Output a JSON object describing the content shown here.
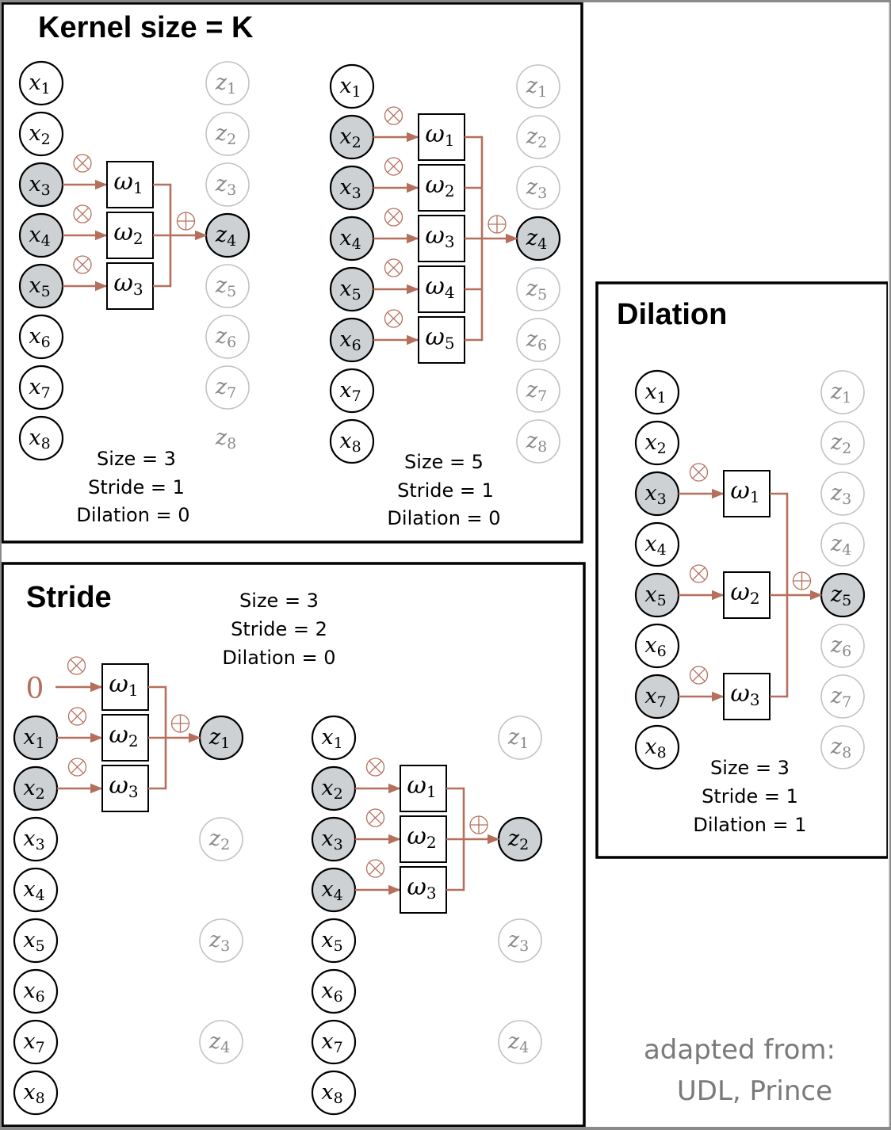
{
  "colors": {
    "accent": "#b5705d",
    "active_fill": "#cdd1d3",
    "inactive_stroke": "#bfc3c5",
    "inactive_text": "#8a8a8a",
    "border": "#000000",
    "credit": "#7a7a7a"
  },
  "icons": {
    "multiply": "circled-times-icon",
    "add": "circled-plus-icon",
    "arrow": "arrow-right-icon"
  },
  "panels": {
    "kernel": {
      "title": "Kernel size = K",
      "diagrams": [
        {
          "id": "kernel-size-3",
          "params": [
            "Size =  3",
            "Stride = 1",
            "Dilation = 0"
          ],
          "inputs_active": [
            3,
            4,
            5
          ],
          "output_active": 4,
          "outputs_hidden_circle": [
            8
          ],
          "weights": [
            "1",
            "2",
            "3"
          ]
        },
        {
          "id": "kernel-size-5",
          "params": [
            "Size = 5",
            "Stride = 1",
            "Dilation = 0"
          ],
          "inputs_active": [
            2,
            3,
            4,
            5,
            6
          ],
          "output_active": 4,
          "outputs_hidden_circle": [],
          "weights": [
            "1",
            "2",
            "3",
            "4",
            "5"
          ]
        }
      ]
    },
    "stride": {
      "title": "Stride",
      "params": [
        "Size = 3",
        "Stride = 2",
        "Dilation = 0"
      ],
      "padding_value": "0",
      "diagrams": [
        {
          "id": "stride-z1",
          "inputs_active": [
            1,
            2
          ],
          "padded_input": true,
          "output_active": 1,
          "outputs": [
            "1",
            "2",
            "3",
            "4"
          ],
          "weights": [
            "1",
            "2",
            "3"
          ]
        },
        {
          "id": "stride-z2",
          "inputs_active": [
            2,
            3,
            4
          ],
          "padded_input": false,
          "output_active": 2,
          "outputs": [
            "1",
            "2",
            "3",
            "4"
          ],
          "weights": [
            "1",
            "2",
            "3"
          ]
        }
      ]
    },
    "dilation": {
      "title": "Dilation",
      "params": [
        "Size = 3",
        "Stride = 1",
        "Dilation = 1"
      ],
      "inputs_active": [
        3,
        5,
        7
      ],
      "output_active": 5,
      "weights": [
        "1",
        "2",
        "3"
      ]
    }
  },
  "node_symbols": {
    "input": "x",
    "output": "z",
    "weight": "ω"
  },
  "input_indices": [
    "1",
    "2",
    "3",
    "4",
    "5",
    "6",
    "7",
    "8"
  ],
  "credit": {
    "line1": "adapted from:",
    "line2": "UDL, Prince"
  }
}
